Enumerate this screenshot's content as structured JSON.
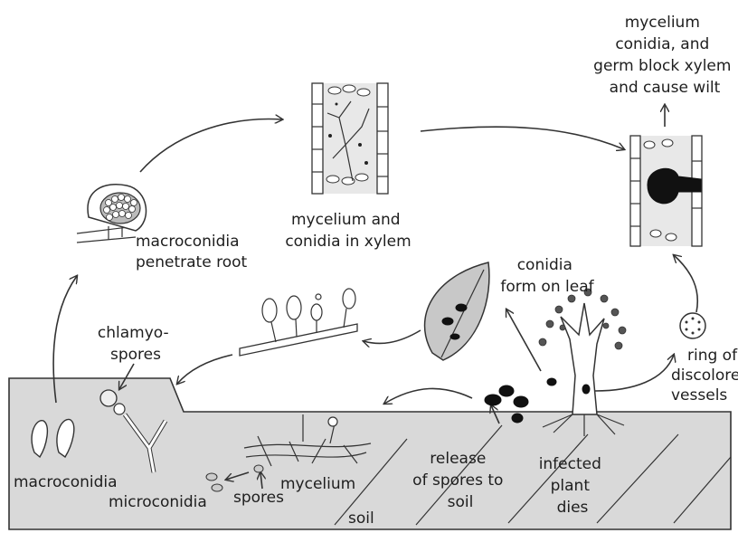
{
  "labels": {
    "macroconidia_penetrate": [
      "macroconidia",
      "penetrate root"
    ],
    "mycelium_xylem": [
      "mycelium and",
      "conidia in xylem"
    ],
    "block_xylem": [
      "mycelium",
      "conidia, and",
      "germ block xylem",
      "and cause wilt"
    ],
    "conidia_leaf": [
      "conidia",
      "form on leaf"
    ],
    "chlamydospores": [
      "chlamyo-",
      "spores"
    ],
    "ring": [
      "ring of",
      "discolored",
      "vessels"
    ],
    "release": [
      "release",
      "of spores to",
      "soil"
    ],
    "infected": [
      "infected",
      "plant",
      "dies"
    ],
    "macroconidia": "macroconidia",
    "microconidia": "microconidia",
    "spores": "spores",
    "mycelium": "mycelium",
    "soil": "soil"
  }
}
